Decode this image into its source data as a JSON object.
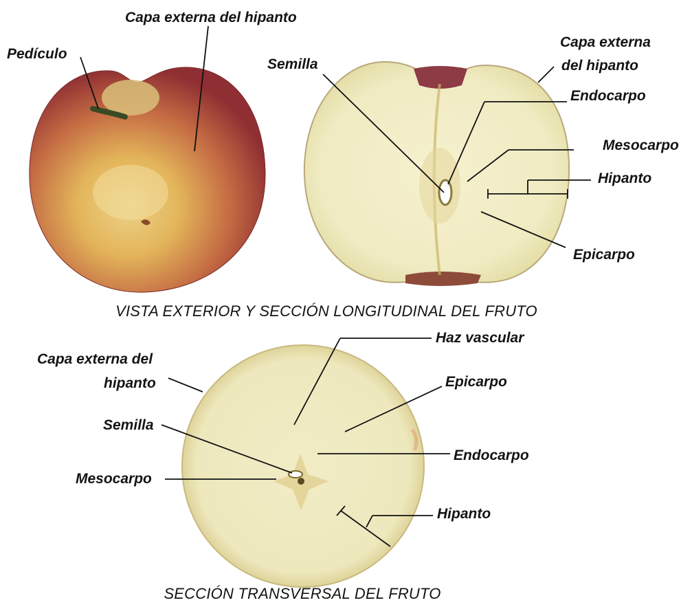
{
  "labels": {
    "exterior_capa": "Capa externa del hipanto",
    "exterior_pediculo": "Pedículo",
    "long_semilla": "Semilla",
    "long_capa_line1": "Capa externa",
    "long_capa_line2": "del hipanto",
    "long_endocarpo": "Endocarpo",
    "long_mesocarpo": "Mesocarpo",
    "long_hipanto": "Hipanto",
    "long_epicarpo": "Epicarpo",
    "trans_haz": "Haz vascular",
    "trans_capa_line1": "Capa externa del",
    "trans_capa_line2": "hipanto",
    "trans_epicarpo": "Epicarpo",
    "trans_semilla": "Semilla",
    "trans_endocarpo": "Endocarpo",
    "trans_mesocarpo": "Mesocarpo",
    "trans_hipanto": "Hipanto"
  },
  "captions": {
    "top": "VISTA EXTERIOR Y SECCIÓN LONGITUDINAL DEL FRUTO",
    "bottom": "SECCIÓN TRANSVERSAL DEL FRUTO"
  },
  "colors": {
    "apple_skin_red": "#b5423a",
    "apple_skin_yellow": "#e3b55a",
    "flesh": "#f4f0cc",
    "core": "#d8c27a",
    "text": "#141414"
  }
}
